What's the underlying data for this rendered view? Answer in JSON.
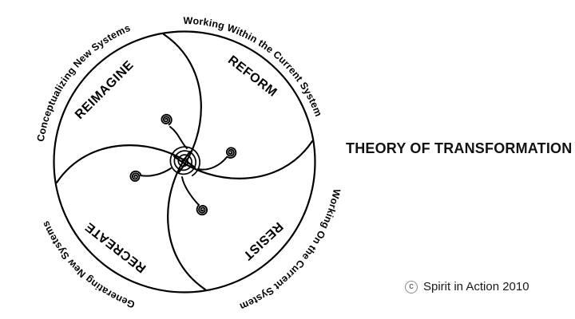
{
  "title": "THEORY OF TRANSFORMATION",
  "copyright": {
    "symbol": "c",
    "text": "Spirit in Action 2010"
  },
  "colors": {
    "ink": "#000000",
    "background": "#ffffff",
    "copyright_circle": "#8d8d8d"
  },
  "diagram": {
    "outer_labels": [
      {
        "position": "top-left",
        "text": "Conceptualizing New Systems"
      },
      {
        "position": "top-right",
        "text": "Working Within the Current System"
      },
      {
        "position": "bottom-right",
        "text": "Working On the Current System"
      },
      {
        "position": "bottom-left",
        "text": "Generating New Systems"
      }
    ],
    "quadrants": [
      {
        "position": "top-left",
        "label": "REIMAGINE"
      },
      {
        "position": "top-right",
        "label": "REFORM"
      },
      {
        "position": "bottom-right",
        "label": "RESIST"
      },
      {
        "position": "bottom-left",
        "label": "RECREATE"
      }
    ]
  }
}
